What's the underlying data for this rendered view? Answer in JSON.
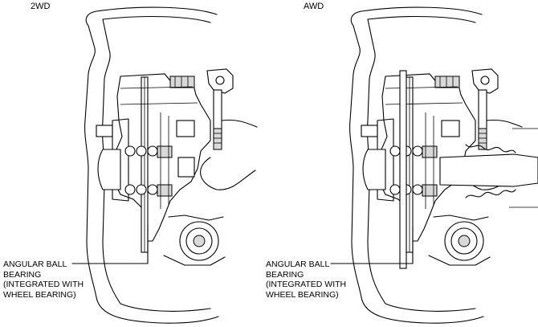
{
  "panels": [
    {
      "title": "2WD",
      "callout": [
        "ANGULAR BALL",
        "BEARING",
        "(INTEGRATED WITH",
        "WHEEL BEARING)"
      ]
    },
    {
      "title": "AWD",
      "callout": [
        "ANGULAR BALL",
        "BEARING",
        "(INTEGRATED WITH",
        "WHEEL BEARING)"
      ]
    }
  ]
}
